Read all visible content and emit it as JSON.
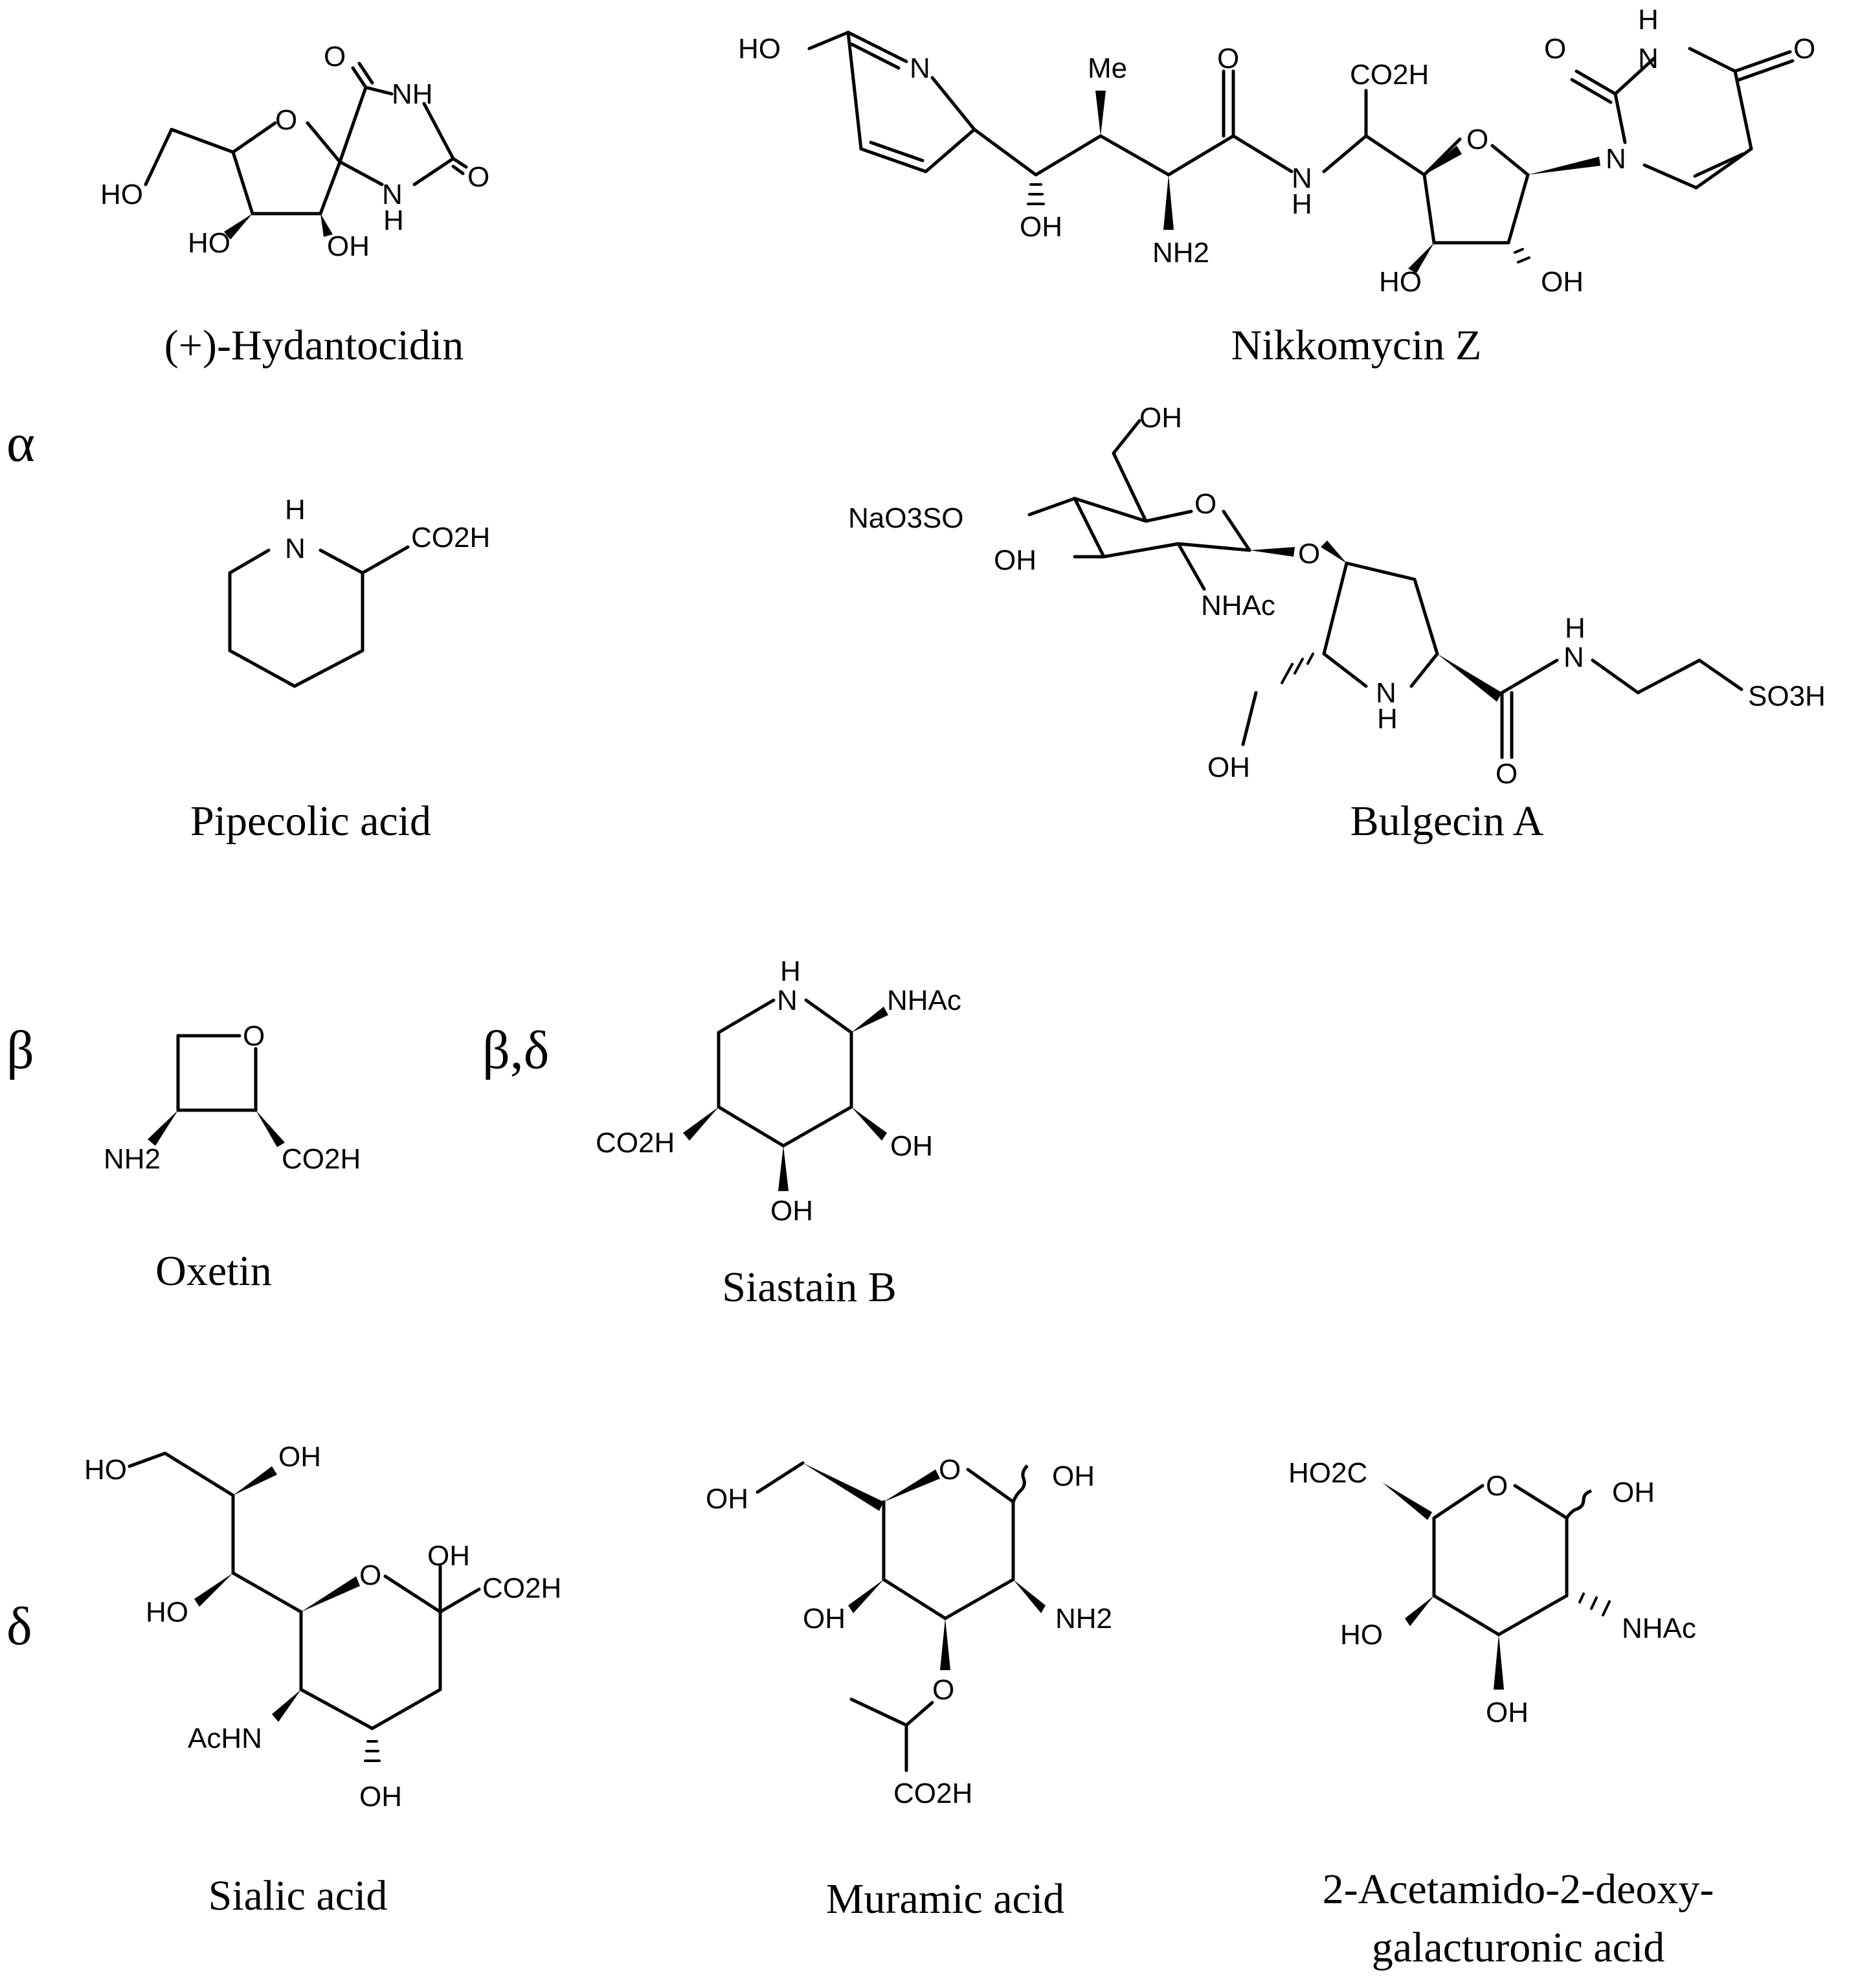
{
  "class_labels": {
    "alpha": "α",
    "beta": "β",
    "beta_delta": "β,δ",
    "delta": "δ"
  },
  "compounds": {
    "hydantocidin": {
      "name": "(+)-Hydantocidin",
      "atoms": {
        "o_carbonyl_top": "O",
        "nh_top": "NH",
        "o_carbonyl_right": "O",
        "o_ring": "O",
        "ho_left": "HO",
        "nh_bottom_n": "N",
        "nh_bottom_h": "H",
        "ho_bottom": "HO",
        "oh_bottom": "OH"
      }
    },
    "nikkomycin_z": {
      "name": "Nikkomycin Z",
      "atoms": {
        "ho_pyridine": "HO",
        "n_pyridine": "N",
        "me": "Me",
        "oh_left": "OH",
        "nh2": "NH2",
        "o_amide": "O",
        "nh_amide_n": "N",
        "nh_amide_h": "H",
        "co2h": "CO2H",
        "o_ring": "O",
        "ho_sugar": "HO",
        "oh_sugar": "OH",
        "n_uracil": "N",
        "nh_uracil": "H",
        "o_uracil_left": "O",
        "o_uracil_right": "O"
      }
    },
    "pipecolic_acid": {
      "name": "Pipecolic acid",
      "atoms": {
        "nh_n": "N",
        "nh_h": "H",
        "co2h": "CO2H"
      }
    },
    "bulgecin_a": {
      "name": "Bulgecin A",
      "atoms": {
        "oh_top": "OH",
        "naso3": "NaO3SO",
        "o_ring": "O",
        "oh_left": "OH",
        "o_glyco": "O",
        "nhac": "NHAc",
        "n_pyrrolidine": "N",
        "h_pyrrolidine": "H",
        "oh_bottom": "OH",
        "o_amide": "O",
        "nh_amide_n": "N",
        "nh_amide_h": "H",
        "so3h": "SO3H"
      }
    },
    "oxetin": {
      "name": "Oxetin",
      "atoms": {
        "o_ring": "O",
        "nh2": "NH2",
        "co2h": "CO2H"
      }
    },
    "siastatin_b": {
      "name": "Siastain B",
      "atoms": {
        "nh_h": "H",
        "nh_n": "N",
        "nhac": "NHAc",
        "co2h": "CO2H",
        "oh_right": "OH",
        "oh_bottom": "OH"
      }
    },
    "sialic_acid": {
      "name": "Sialic acid",
      "atoms": {
        "ho_top": "HO",
        "oh_top": "OH",
        "ho_left": "HO",
        "o_ring": "O",
        "oh_anomeric": "OH",
        "co2h": "CO2H",
        "achn": "AcHN",
        "oh_bottom": "OH"
      }
    },
    "muramic_acid": {
      "name": "Muramic acid",
      "atoms": {
        "oh_left": "OH",
        "o_ring": "O",
        "oh_anomeric": "OH",
        "oh_ring": "OH",
        "nh2": "NH2",
        "o_ether": "O",
        "co2h": "CO2H"
      }
    },
    "acetamido_galacturonic": {
      "name_line1": "2-Acetamido-2-deoxy-",
      "name_line2": "galacturonic acid",
      "atoms": {
        "ho2c": "HO2C",
        "o_ring": "O",
        "oh_anomeric": "OH",
        "ho_left": "HO",
        "nhac": "NHAc",
        "oh_bottom": "OH"
      }
    }
  }
}
